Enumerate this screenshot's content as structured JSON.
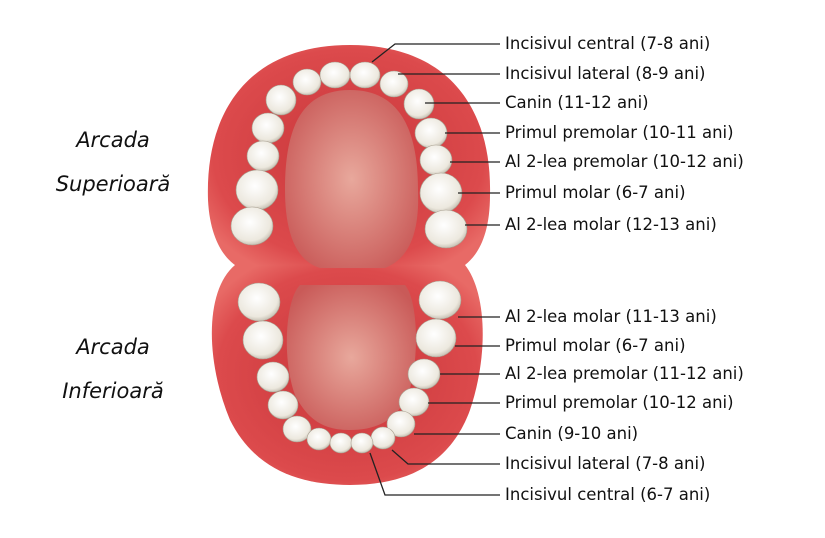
{
  "arches": {
    "upper": {
      "line1": "Arcada",
      "line2": "Superioară"
    },
    "lower": {
      "line1": "Arcada",
      "line2": "Inferioară"
    }
  },
  "upper_labels": [
    "Incisivul central (7-8 ani)",
    "Incisivul lateral (8-9 ani)",
    "Canin (11-12 ani)",
    "Primul premolar (10-11 ani)",
    "Al 2-lea premolar (10-12 ani)",
    "Primul molar (6-7 ani)",
    "Al 2-lea molar (12-13 ani)"
  ],
  "lower_labels": [
    "Al 2-lea molar (11-13 ani)",
    "Primul molar (6-7 ani)",
    "Al 2-lea premolar (11-12 ani)",
    "Primul premolar (10-12 ani)",
    "Canin (9-10 ani)",
    "Incisivul lateral (7-8 ani)",
    "Incisivul central (6-7 ani)"
  ],
  "colors": {
    "gum": "#d9474a",
    "palate": "#e39a90",
    "tooth": "#f1eee6"
  }
}
